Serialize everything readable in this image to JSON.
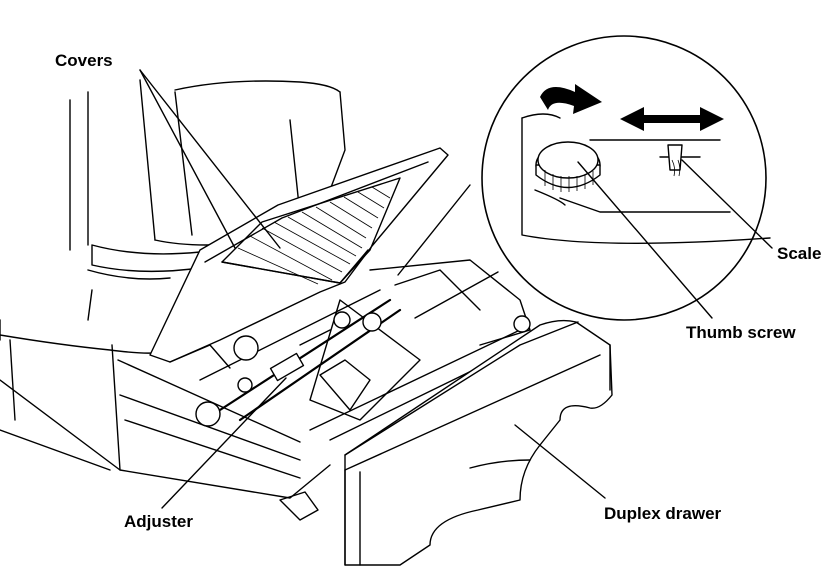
{
  "labels": {
    "covers": "Covers",
    "scale": "Scale",
    "thumb_screw": "Thumb screw",
    "adjuster": "Adjuster",
    "duplex_drawer": "Duplex drawer"
  },
  "icons": {
    "rotate_arrow": "curved-rotate-arrow",
    "double_arrow": "horizontal-double-arrow"
  }
}
